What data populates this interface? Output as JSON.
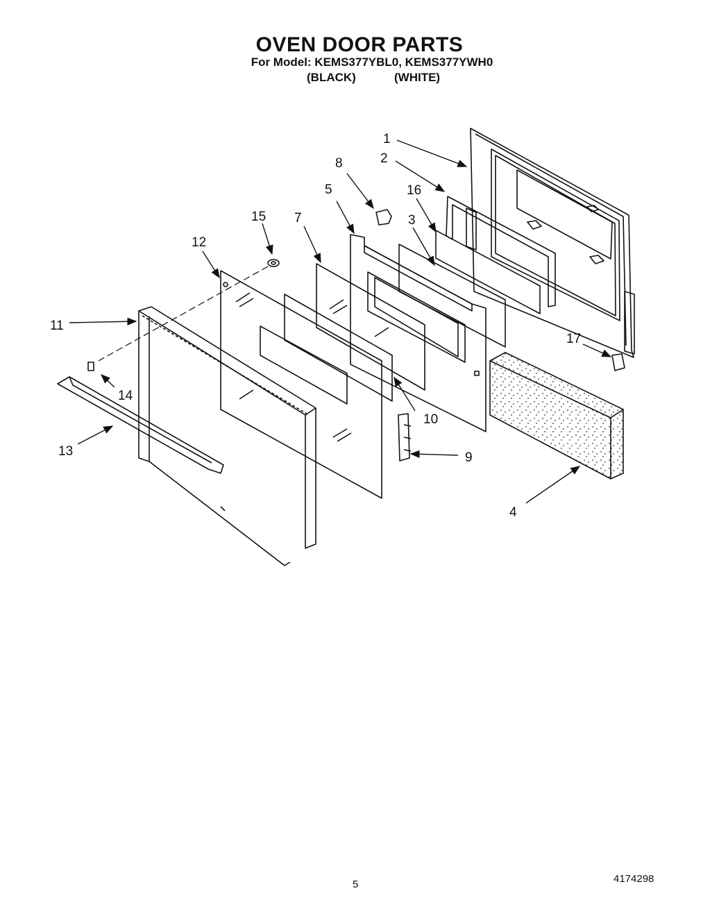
{
  "header": {
    "title": "OVEN DOOR PARTS",
    "models_line": "For Model: KEMS377YBL0, KEMS377YWH0",
    "variant_black": "(BLACK)",
    "variant_white": "(WHITE)"
  },
  "callouts": {
    "c1": "1",
    "c2": "2",
    "c3": "3",
    "c4": "4",
    "c5": "5",
    "c7": "7",
    "c8": "8",
    "c9": "9",
    "c10": "10",
    "c11": "11",
    "c12": "12",
    "c13": "13",
    "c14": "14",
    "c15": "15",
    "c16": "16",
    "c17": "17"
  },
  "footer": {
    "page_number": "5",
    "document_number": "4174298"
  }
}
